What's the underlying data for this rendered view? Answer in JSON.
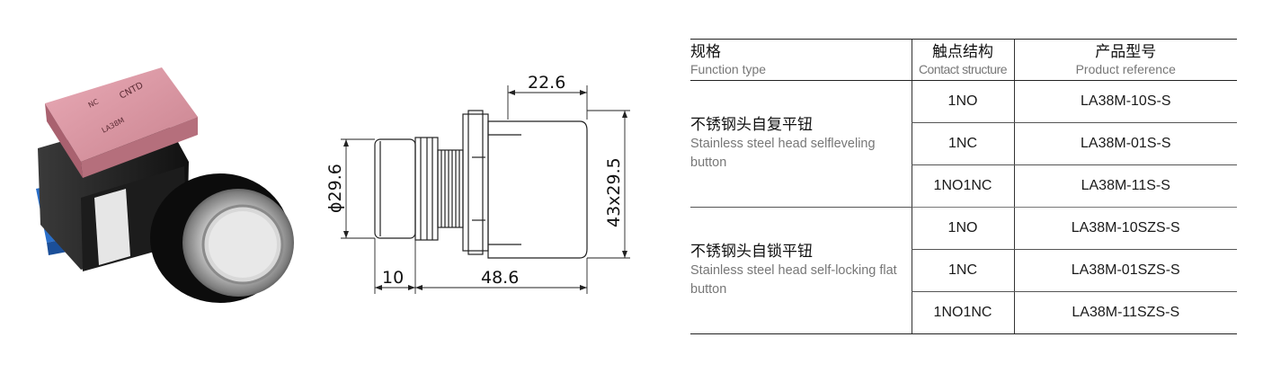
{
  "photo": {
    "brand_label": "CNTD",
    "model_label": "LA38M",
    "contact_label": "NC"
  },
  "drawing": {
    "dim_top": "22.6",
    "dim_left": "ϕ29.6",
    "dim_right": "43x29.5",
    "dim_bottom_small": "10",
    "dim_bottom_large": "48.6"
  },
  "table": {
    "headers": [
      {
        "zh": "规格",
        "en": "Function type"
      },
      {
        "zh": "触点结构",
        "en": "Contact structure"
      },
      {
        "zh": "产品型号",
        "en": "Product reference"
      }
    ],
    "groups": [
      {
        "zh": "不锈钢头自复平钮",
        "en": "Stainless steel head selfleveling button",
        "rows": [
          {
            "contact": "1NO",
            "model": "LA38M-10S-S"
          },
          {
            "contact": "1NC",
            "model": "LA38M-01S-S"
          },
          {
            "contact": "1NO1NC",
            "model": "LA38M-11S-S"
          }
        ]
      },
      {
        "zh": "不锈钢头自锁平钮",
        "en": "Stainless steel head self-locking flat button",
        "rows": [
          {
            "contact": "1NO",
            "model": "LA38M-10SZS-S"
          },
          {
            "contact": "1NC",
            "model": "LA38M-01SZS-S"
          },
          {
            "contact": "1NO1NC",
            "model": "LA38M-11SZS-S"
          }
        ]
      }
    ]
  }
}
